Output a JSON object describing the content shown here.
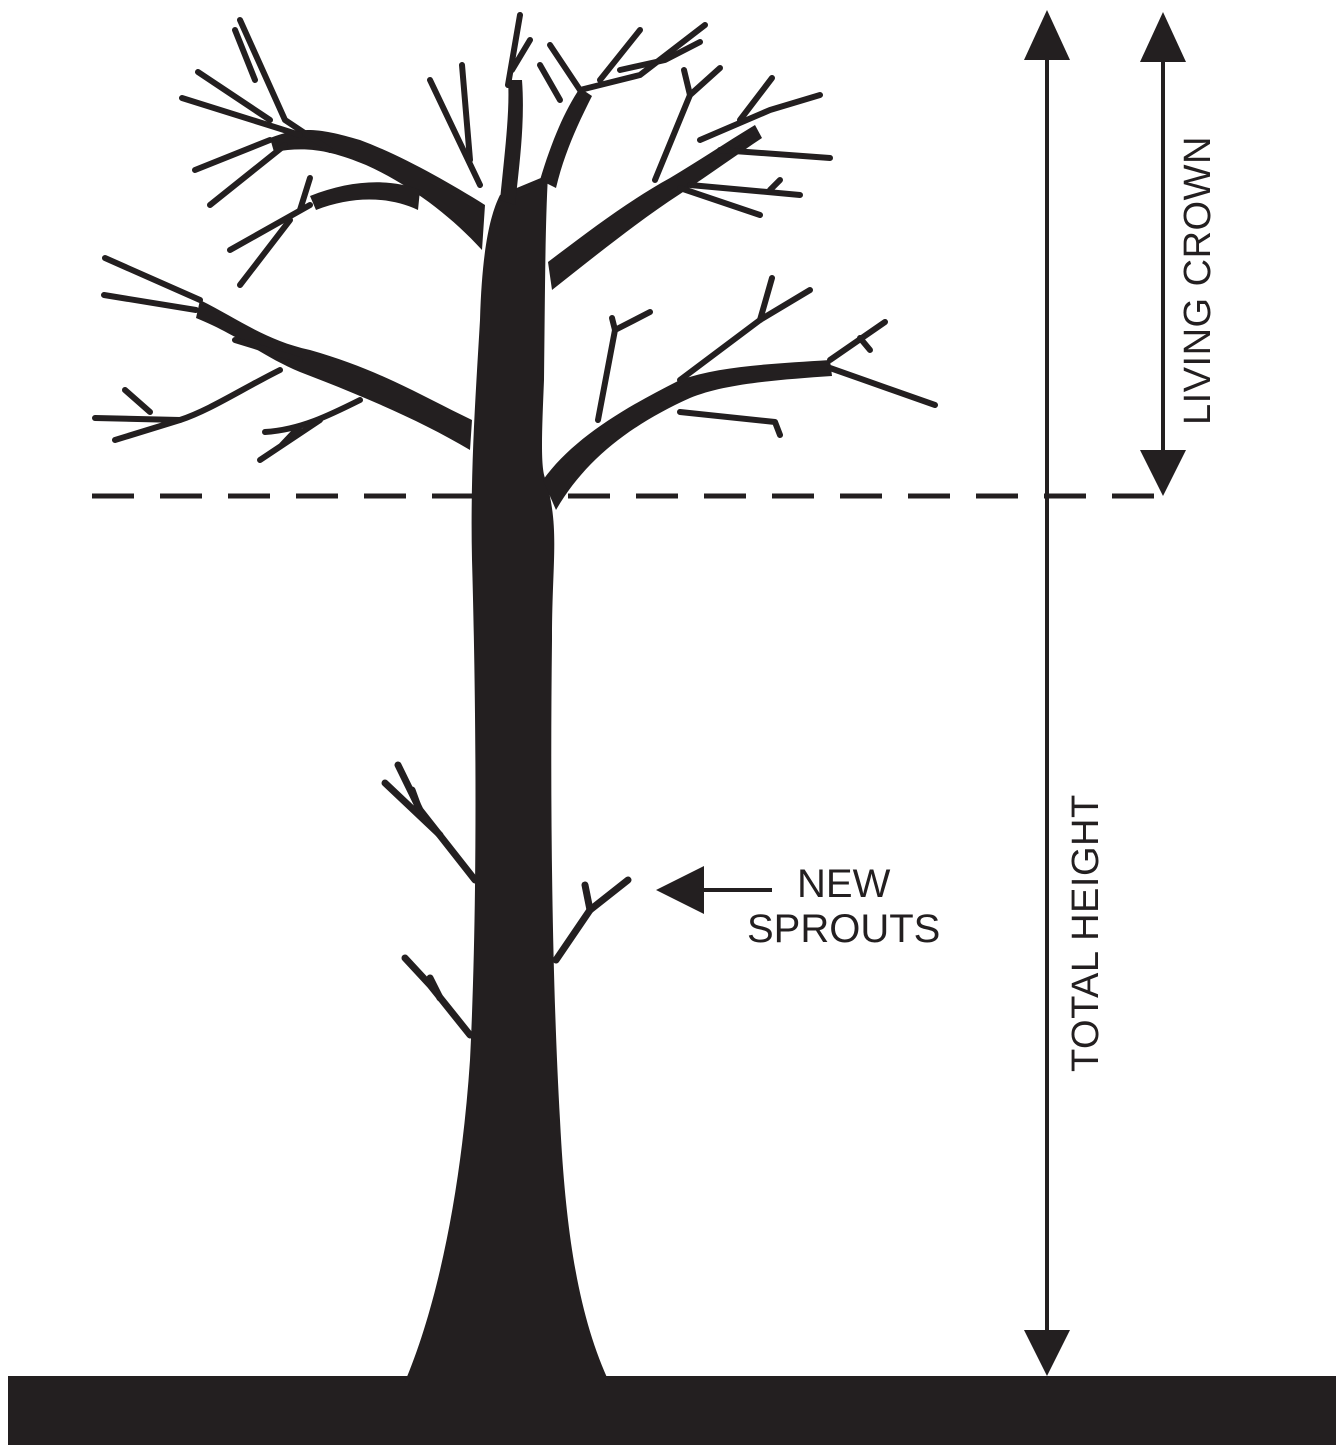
{
  "diagram": {
    "labels": {
      "new_sprouts_line1": "NEW",
      "new_sprouts_line2": "SPROUTS",
      "living_crown": "LIVING CROWN",
      "total_height": "TOTAL HEIGHT"
    },
    "colors": {
      "ink": "#231f20",
      "background": "#ffffff"
    }
  }
}
